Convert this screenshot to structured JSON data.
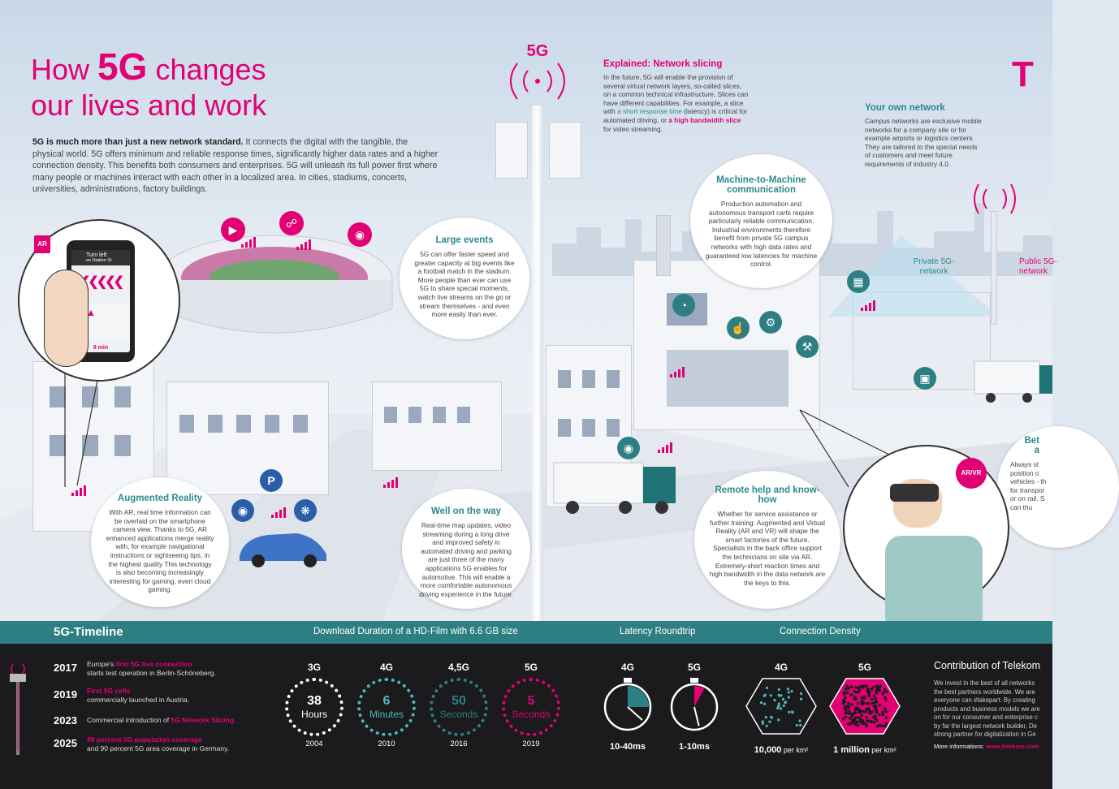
{
  "header": {
    "title_how": "How",
    "title_5g": "5G",
    "title_changes": "changes",
    "title_line2": "our lives and work",
    "brand_logo": "T"
  },
  "intro": {
    "lead": "5G is much more than just a new network standard.",
    "body": " It connects the digital with the tangible, the physical world. 5G offers minimum and reliable response times, significantly higher data rates and a higher connection density. This benefits both consumers and enterprises. 5G will unleash its full power first where many people or machines interact with each other in a localized area. In cities, stadiums, concerts, universities, administrations, factory buildings."
  },
  "tower_label": "5G",
  "phone": {
    "badge": "AR",
    "turn": "Turn left",
    "street": "on Station St",
    "eta": "8 min"
  },
  "sections": {
    "network_slicing": {
      "title": "Explained: Network slicing",
      "text1": "In the future, 5G will enable the provision of several virtual network layers, so-called slices, on a common technical infrastructure. Slices can have different capabilities. For example, a slice with ",
      "hl1": "a short response time",
      "text2": " (latency) is critical for automated driving, or ",
      "hl2": "a high bandwidth slice",
      "text3": " for video streaming."
    },
    "own_network": {
      "title": "Your own network",
      "text": "Campus networks are exclusive mobile networks for a company site or for example airports or logistics centers. They are tailored to the special needs of customers and meet future requirements of industry 4.0."
    },
    "m2m": {
      "title": "Machine-to-Machine communication",
      "text": "Production automation and autonomous transport carts require particularly reliable communication. Industrial environments therefore benefit from private 5G campus networks with high data rates and guaranteed low latencies for machine control."
    },
    "large_events": {
      "title": "Large events",
      "text": "5G can offer faster speed and greater capacity at big events like a football match in the stadium. More people than ever can use 5G to share special moments, watch live streams on the go or stream themselves - and even more easily than ever."
    },
    "ar": {
      "title": "Augmented Reality",
      "text": "With AR, real time information can be overlaid on the smartphone camera view. Thanks to 5G, AR enhanced applications merge reality with, for example navigational instructions or sightseeing tips, in the highest quality This technology is also becoming increasingly interesting for gaming, even cloud gaming."
    },
    "on_the_way": {
      "title": "Well on the way",
      "text": "Real-time map updates, video streaming during a long drive and improved safety in automated driving and parking are just three of the many applications 5G enables for automotive. This will enable a more comfortable autonomous driving experience in the future."
    },
    "remote_help": {
      "title": "Remote help and know-how",
      "text": "Whether for service assistance or further training: Augmented and Virtual Reality (AR and VR) will shape the smart factories of the future. Specialists in the back office support the technicians on site via AR. Extremely-short reaction times and high bandwidth in the data network are the keys to this."
    },
    "private_net": "Private 5G-network",
    "public_net": "Public 5G-network",
    "arvr_badge": "AR/VR",
    "better": {
      "title": "Bet\na",
      "text": "Always st\nposition o\nvehicles - th\nfor transpor\nor on rail. S\ncan thu"
    }
  },
  "timeline": {
    "header": "5G-Timeline",
    "download_header": "Download Duration of a HD-Film with 6.6 GB size",
    "latency_header": "Latency Roundtrip",
    "density_header": "Connection Density",
    "events": [
      {
        "year": "2017",
        "pre": "Europe's ",
        "hl": "first 5G live connection",
        "post": "",
        "line2": "starts test operation in Berlin-Schöneberg."
      },
      {
        "year": "2019",
        "pre": "",
        "hl": "First 5G cells",
        "post": "",
        "line2": "commercially launched in Austria."
      },
      {
        "year": "2023",
        "pre": "Commercial introduction of ",
        "hl": "5G Network Slicing.",
        "post": "",
        "line2": ""
      },
      {
        "year": "2025",
        "pre": "",
        "hl": "99 percent 5G population coverage",
        "post": "",
        "line2": "and 90 percent 5G area coverage in Germany."
      }
    ],
    "downloads": [
      {
        "gen": "3G",
        "num": "38",
        "unit": "Hours",
        "year": "2004",
        "color": "#ffffff"
      },
      {
        "gen": "4G",
        "num": "6",
        "unit": "Minutes",
        "year": "2010",
        "color": "#4fb7bd"
      },
      {
        "gen": "4,5G",
        "num": "50",
        "unit": "Seconds",
        "year": "2016",
        "color": "#2e7f83"
      },
      {
        "gen": "5G",
        "num": "5",
        "unit": "Seconds",
        "year": "2019",
        "color": "#e20074"
      }
    ],
    "latency": [
      {
        "gen": "4G",
        "value": "10-40ms",
        "color": "#2e7f83"
      },
      {
        "gen": "5G",
        "value": "1-10ms",
        "color": "#e20074"
      }
    ],
    "density": [
      {
        "gen": "4G",
        "value": "10,000",
        "unit": " per km²",
        "color": "#4fb7bd"
      },
      {
        "gen": "5G",
        "value": "1 million",
        "unit": " per km²",
        "color": "#e20074"
      }
    ],
    "contribution": {
      "title": "Contribution of Telekom",
      "lines": [
        "We invest in the best of all networks",
        "the best partners worldwide. We are",
        "everyone can #takepart. By creating",
        "products and business models we are",
        "on for our consumer and enterprise c",
        "by far the largest network builder, De",
        "strong partner for digitalization in Ge"
      ],
      "more_label": "More informations: ",
      "more_link": "www.telekom.com"
    }
  },
  "colors": {
    "magenta": "#e20074",
    "teal": "#2e7f83",
    "dark": "#1b1b1d"
  }
}
